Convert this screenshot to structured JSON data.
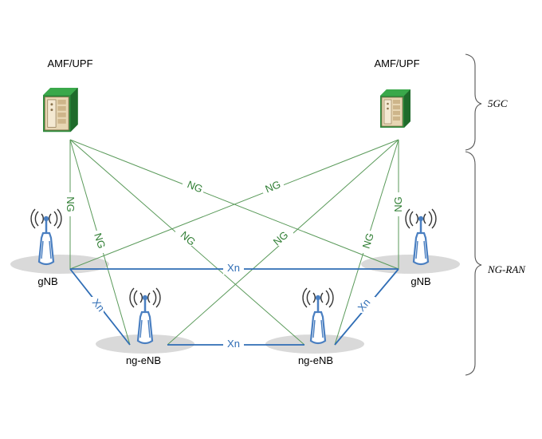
{
  "nodes": {
    "amf_left": "AMF/UPF",
    "amf_right": "AMF/UPF",
    "gnb_left": "gNB",
    "gnb_right": "gNB",
    "ngenb_left": "ng-eNB",
    "ngenb_right": "ng-eNB"
  },
  "ng_labels": [
    "NG",
    "NG",
    "NG",
    "NG",
    "NG",
    "NG",
    "NG",
    "NG"
  ],
  "xn_labels": [
    "Xn",
    "Xn",
    "Xn",
    "Xn"
  ],
  "groups": {
    "core": "5GC",
    "ran": "NG-RAN"
  },
  "colors": {
    "ng_link": "#5a9a5a",
    "ng_text": "#2e7d32",
    "xn_link": "#2f6db5",
    "xn_text": "#2f6db5",
    "server_frame": "#2e8b3c",
    "server_body": "#e8d9b8",
    "antenna": "#4a7fc1",
    "shadow": "#d9d9d9"
  },
  "icons": {
    "server": "server-icon",
    "antenna": "antenna-tower-icon"
  }
}
